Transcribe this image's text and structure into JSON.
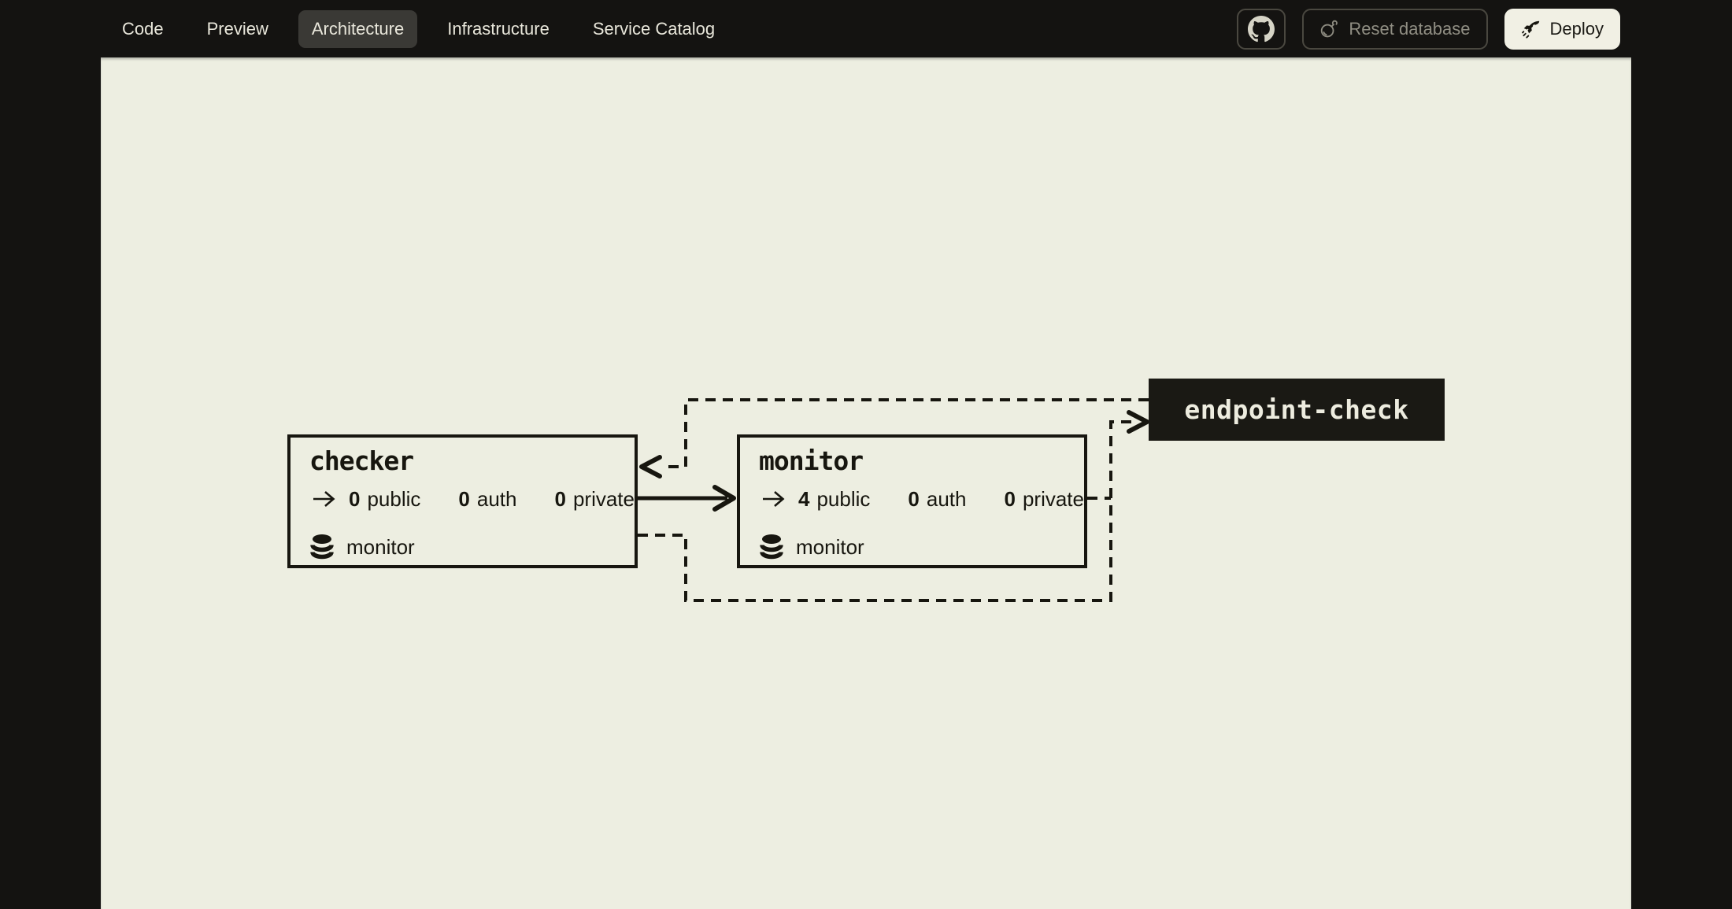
{
  "header": {
    "tabs": [
      {
        "label": "Code",
        "active": false
      },
      {
        "label": "Preview",
        "active": false
      },
      {
        "label": "Architecture",
        "active": true
      },
      {
        "label": "Infrastructure",
        "active": false
      },
      {
        "label": "Service Catalog",
        "active": false
      }
    ],
    "actions": {
      "github_icon": "github-octocat",
      "reset_icon": "bomb",
      "reset_label": "Reset database",
      "deploy_icon": "rocket",
      "deploy_label": "Deploy"
    }
  },
  "diagram": {
    "services": [
      {
        "name": "checker",
        "endpoint_counts": {
          "public": "0",
          "auth": "0",
          "private": "0"
        },
        "endpoint_labels": {
          "public": "public",
          "auth": "auth",
          "private": "private"
        },
        "database": "monitor"
      },
      {
        "name": "monitor",
        "endpoint_counts": {
          "public": "4",
          "auth": "0",
          "private": "0"
        },
        "endpoint_labels": {
          "public": "public",
          "auth": "auth",
          "private": "private"
        },
        "database": "monitor"
      }
    ],
    "external_node": {
      "name": "endpoint-check"
    },
    "edges": [
      {
        "from": "checker",
        "to": "monitor",
        "style": "solid"
      },
      {
        "from": "endpoint-check",
        "to": "checker",
        "style": "dashed"
      },
      {
        "from": "checker",
        "to": "endpoint-check",
        "style": "dashed"
      },
      {
        "from": "monitor",
        "to": "endpoint-check",
        "style": "dashed"
      }
    ],
    "icons": {
      "ingress_arrow": "arrow-right",
      "database": "database-cylinder"
    }
  },
  "colors": {
    "topbar": "#141311",
    "canvas": "#edeee1",
    "ink": "#17160f",
    "active-tab": "#3a3935",
    "muted": "#908e83",
    "deploy-bg": "#f1f0e4",
    "node-dark": "#1a1914",
    "node-dark-text": "#edecdf"
  }
}
